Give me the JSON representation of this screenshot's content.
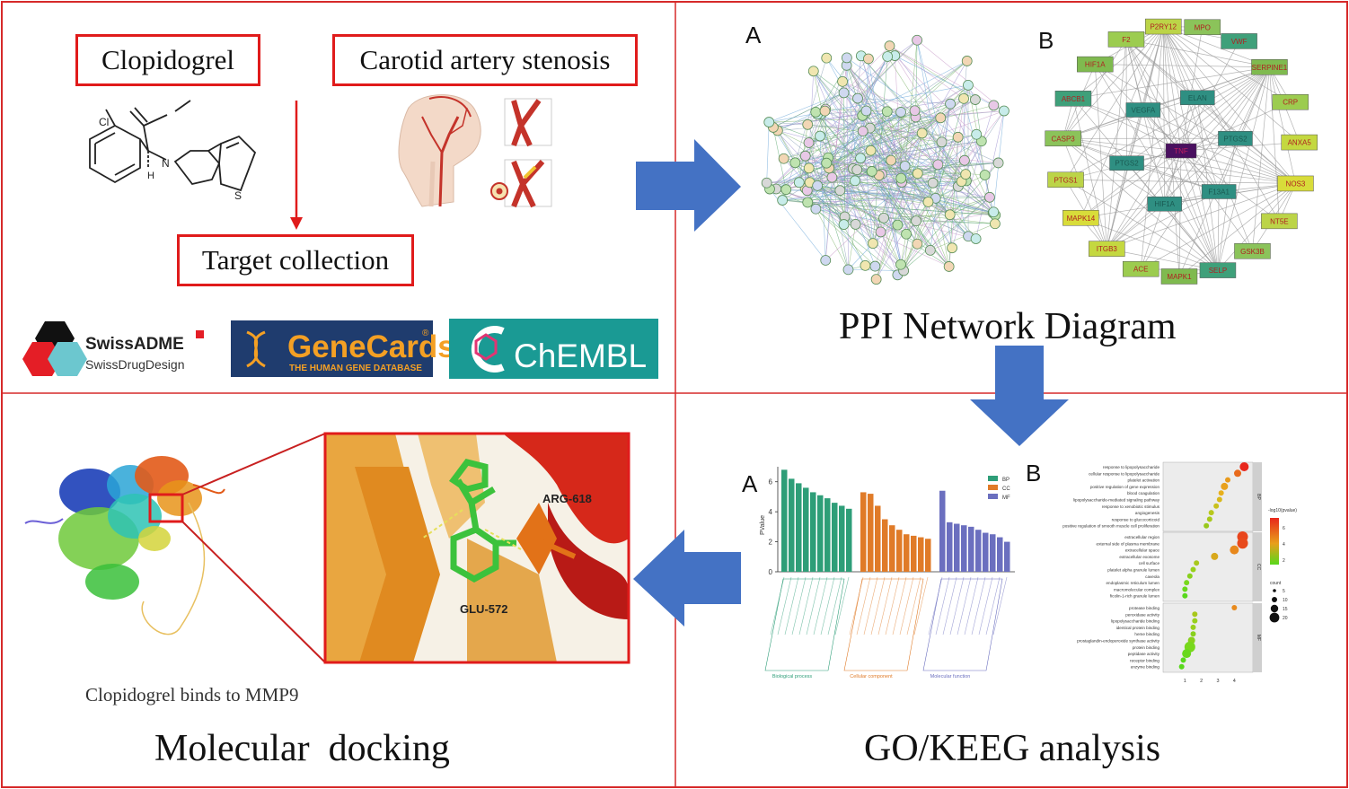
{
  "panels": {
    "top_left": {
      "drug_label": "Clopidogrel",
      "disease_label": "Carotid artery stenosis",
      "target_label": "Target collection",
      "molecule_atoms": {
        "cl": "Cl",
        "n": "N",
        "h": "H",
        "s": "S"
      },
      "logos": {
        "swissadme": {
          "title": "SwissADME",
          "subtitle": "SwissDrugDesign"
        },
        "genecards": {
          "title": "GeneCards",
          "registered": "®",
          "subtitle": "THE HUMAN GENE DATABASE"
        },
        "chembl": {
          "title": "ChEMBL"
        }
      }
    },
    "top_right": {
      "title": "PPI Network Diagram",
      "letter_a": "A",
      "letter_b": "B",
      "network_b": {
        "center": "TNF",
        "inner": [
          "ELAN",
          "PTGS2",
          "F13A1",
          "HIF1A",
          "PTGS2",
          "VEGFA"
        ],
        "outer": [
          "P2RY12",
          "MPO",
          "VWF",
          "SERPINE1",
          "CRP",
          "ANXA5",
          "NOS3",
          "NT5E",
          "GSK3B",
          "SELP",
          "MAPK1",
          "ACE",
          "ITGB3",
          "MAPK14",
          "PTGS1",
          "CASP3",
          "ABCB1",
          "HIF1A",
          "F2"
        ]
      }
    },
    "bottom_right": {
      "title": "GO/KEEG analysis",
      "letter_a": "A",
      "letter_b": "B",
      "bar_legend": [
        "BP",
        "CC",
        "MF"
      ],
      "bar_ylabel": "PValue",
      "bar_yticks": [
        "0",
        "2",
        "4",
        "6"
      ],
      "bar_groups": [
        "Biological process",
        "Cellular component",
        "Molecular function"
      ],
      "dot_terms_bp": [
        "response to lipopolysaccharide",
        "cellular response to lipopolysaccharide",
        "platelet activation",
        "positive regulation of gene expression",
        "blood coagulation",
        "lipopolysaccharide-mediated signaling pathway",
        "response to xenobiotic stimulus",
        "angiogenesis",
        "response to glucocorticoid",
        "positive regulation of smooth muscle cell proliferation"
      ],
      "dot_terms_cc": [
        "extracellular region",
        "external side of plasma membrane",
        "extracellular space",
        "extracellular exosome",
        "cell surface",
        "platelet alpha granule lumen",
        "caveola",
        "endoplasmic reticulum lumen",
        "macromolecular complex",
        "ficolin-1-rich granule lumen"
      ],
      "dot_terms_mf": [
        "protease binding",
        "peroxidase activity",
        "lipopolysaccharide binding",
        "identical protein binding",
        "heme binding",
        "prostaglandin-endoperoxide synthase activity",
        "protein binding",
        "peptidase activity",
        "receptor binding",
        "enzyme binding"
      ],
      "dot_facets": [
        "BP",
        "CC",
        "MF"
      ],
      "dot_legend_title": "-log10(pvalue)",
      "dot_legend_ticks": [
        "6",
        "4",
        "2"
      ],
      "dot_count_title": "count",
      "dot_count_ticks": [
        "5",
        "10",
        "15",
        "20"
      ],
      "dot_xticks": [
        "1",
        "2",
        "3",
        "4"
      ]
    },
    "bottom_left": {
      "title": "Molecular  docking",
      "caption": "Clopidogrel binds to MMP9",
      "residues": [
        "ARG-618",
        "GLU-572"
      ]
    }
  },
  "colors": {
    "quad_border": "#d62a2a",
    "arrow": "#4472c4",
    "bp": "#2e9e78",
    "cc": "#e07b28",
    "mf": "#6b6fbf",
    "chembl_bg": "#1a9a94",
    "genecards_bg": "#1f3c6e",
    "genecards_text": "#f4a024"
  }
}
